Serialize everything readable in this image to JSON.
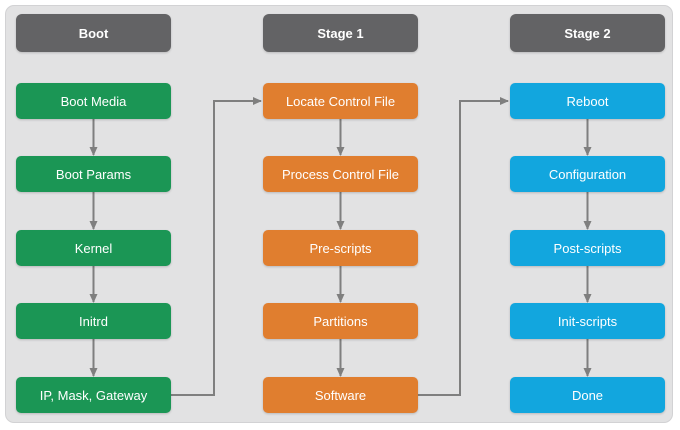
{
  "diagram": {
    "canvas_color": "#e2e2e3",
    "header_color": "#636365",
    "arrow_color": "#7f7f7f",
    "text_color": "#ffffff",
    "columns": [
      {
        "header": "Boot",
        "color": "#1b9655",
        "boxes": [
          "Boot Media",
          "Boot Params",
          "Kernel",
          "Initrd",
          "IP, Mask, Gateway"
        ]
      },
      {
        "header": "Stage 1",
        "color": "#e07e2f",
        "boxes": [
          "Locate Control File",
          "Process Control File",
          "Pre-scripts",
          "Partitions",
          "Software"
        ]
      },
      {
        "header": "Stage 2",
        "color": "#12a6de",
        "boxes": [
          "Reboot",
          "Configuration",
          "Post-scripts",
          "Init-scripts",
          "Done"
        ]
      }
    ],
    "connections": [
      {
        "from": "IP, Mask, Gateway",
        "to": "Locate Control File"
      },
      {
        "from": "Software",
        "to": "Reboot"
      }
    ]
  }
}
